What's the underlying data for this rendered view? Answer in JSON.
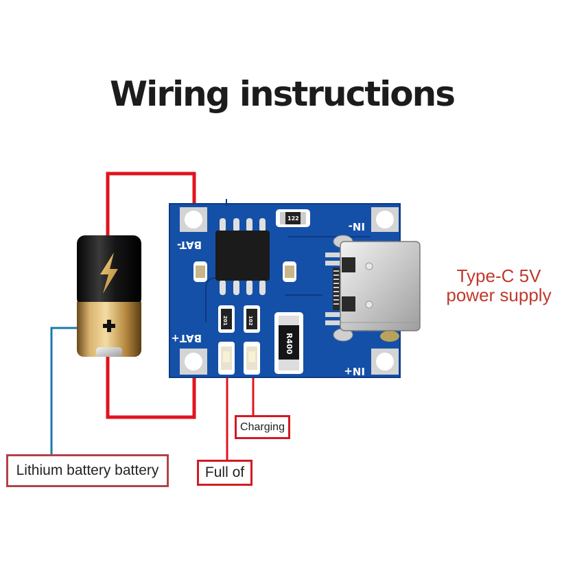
{
  "title": "Wiring instructions",
  "labels": {
    "power_supply_line1": "Type-C 5V",
    "power_supply_line2": "power supply",
    "lithium_battery": "Lithium battery battery",
    "full": "Full of",
    "charging": "Charging"
  },
  "board": {
    "pins": {
      "bat_minus": "BAT-",
      "bat_plus": "BAT+",
      "in_minus": "IN-",
      "in_plus": "IN+"
    },
    "components": {
      "resistor_top": "122",
      "resistor_left": "201",
      "resistor_right": "102",
      "resistor_sense": "R400"
    }
  },
  "colors": {
    "wire_red": "#e0141e",
    "wire_blue": "#1a7ab0",
    "pcb_blue": "#1550a8",
    "label_text_red": "#c0392b"
  },
  "icons": {
    "battery": "battery-icon",
    "lightning": "lightning-icon",
    "plus": "plus-icon",
    "usb_c": "usb-c-connector-icon"
  }
}
